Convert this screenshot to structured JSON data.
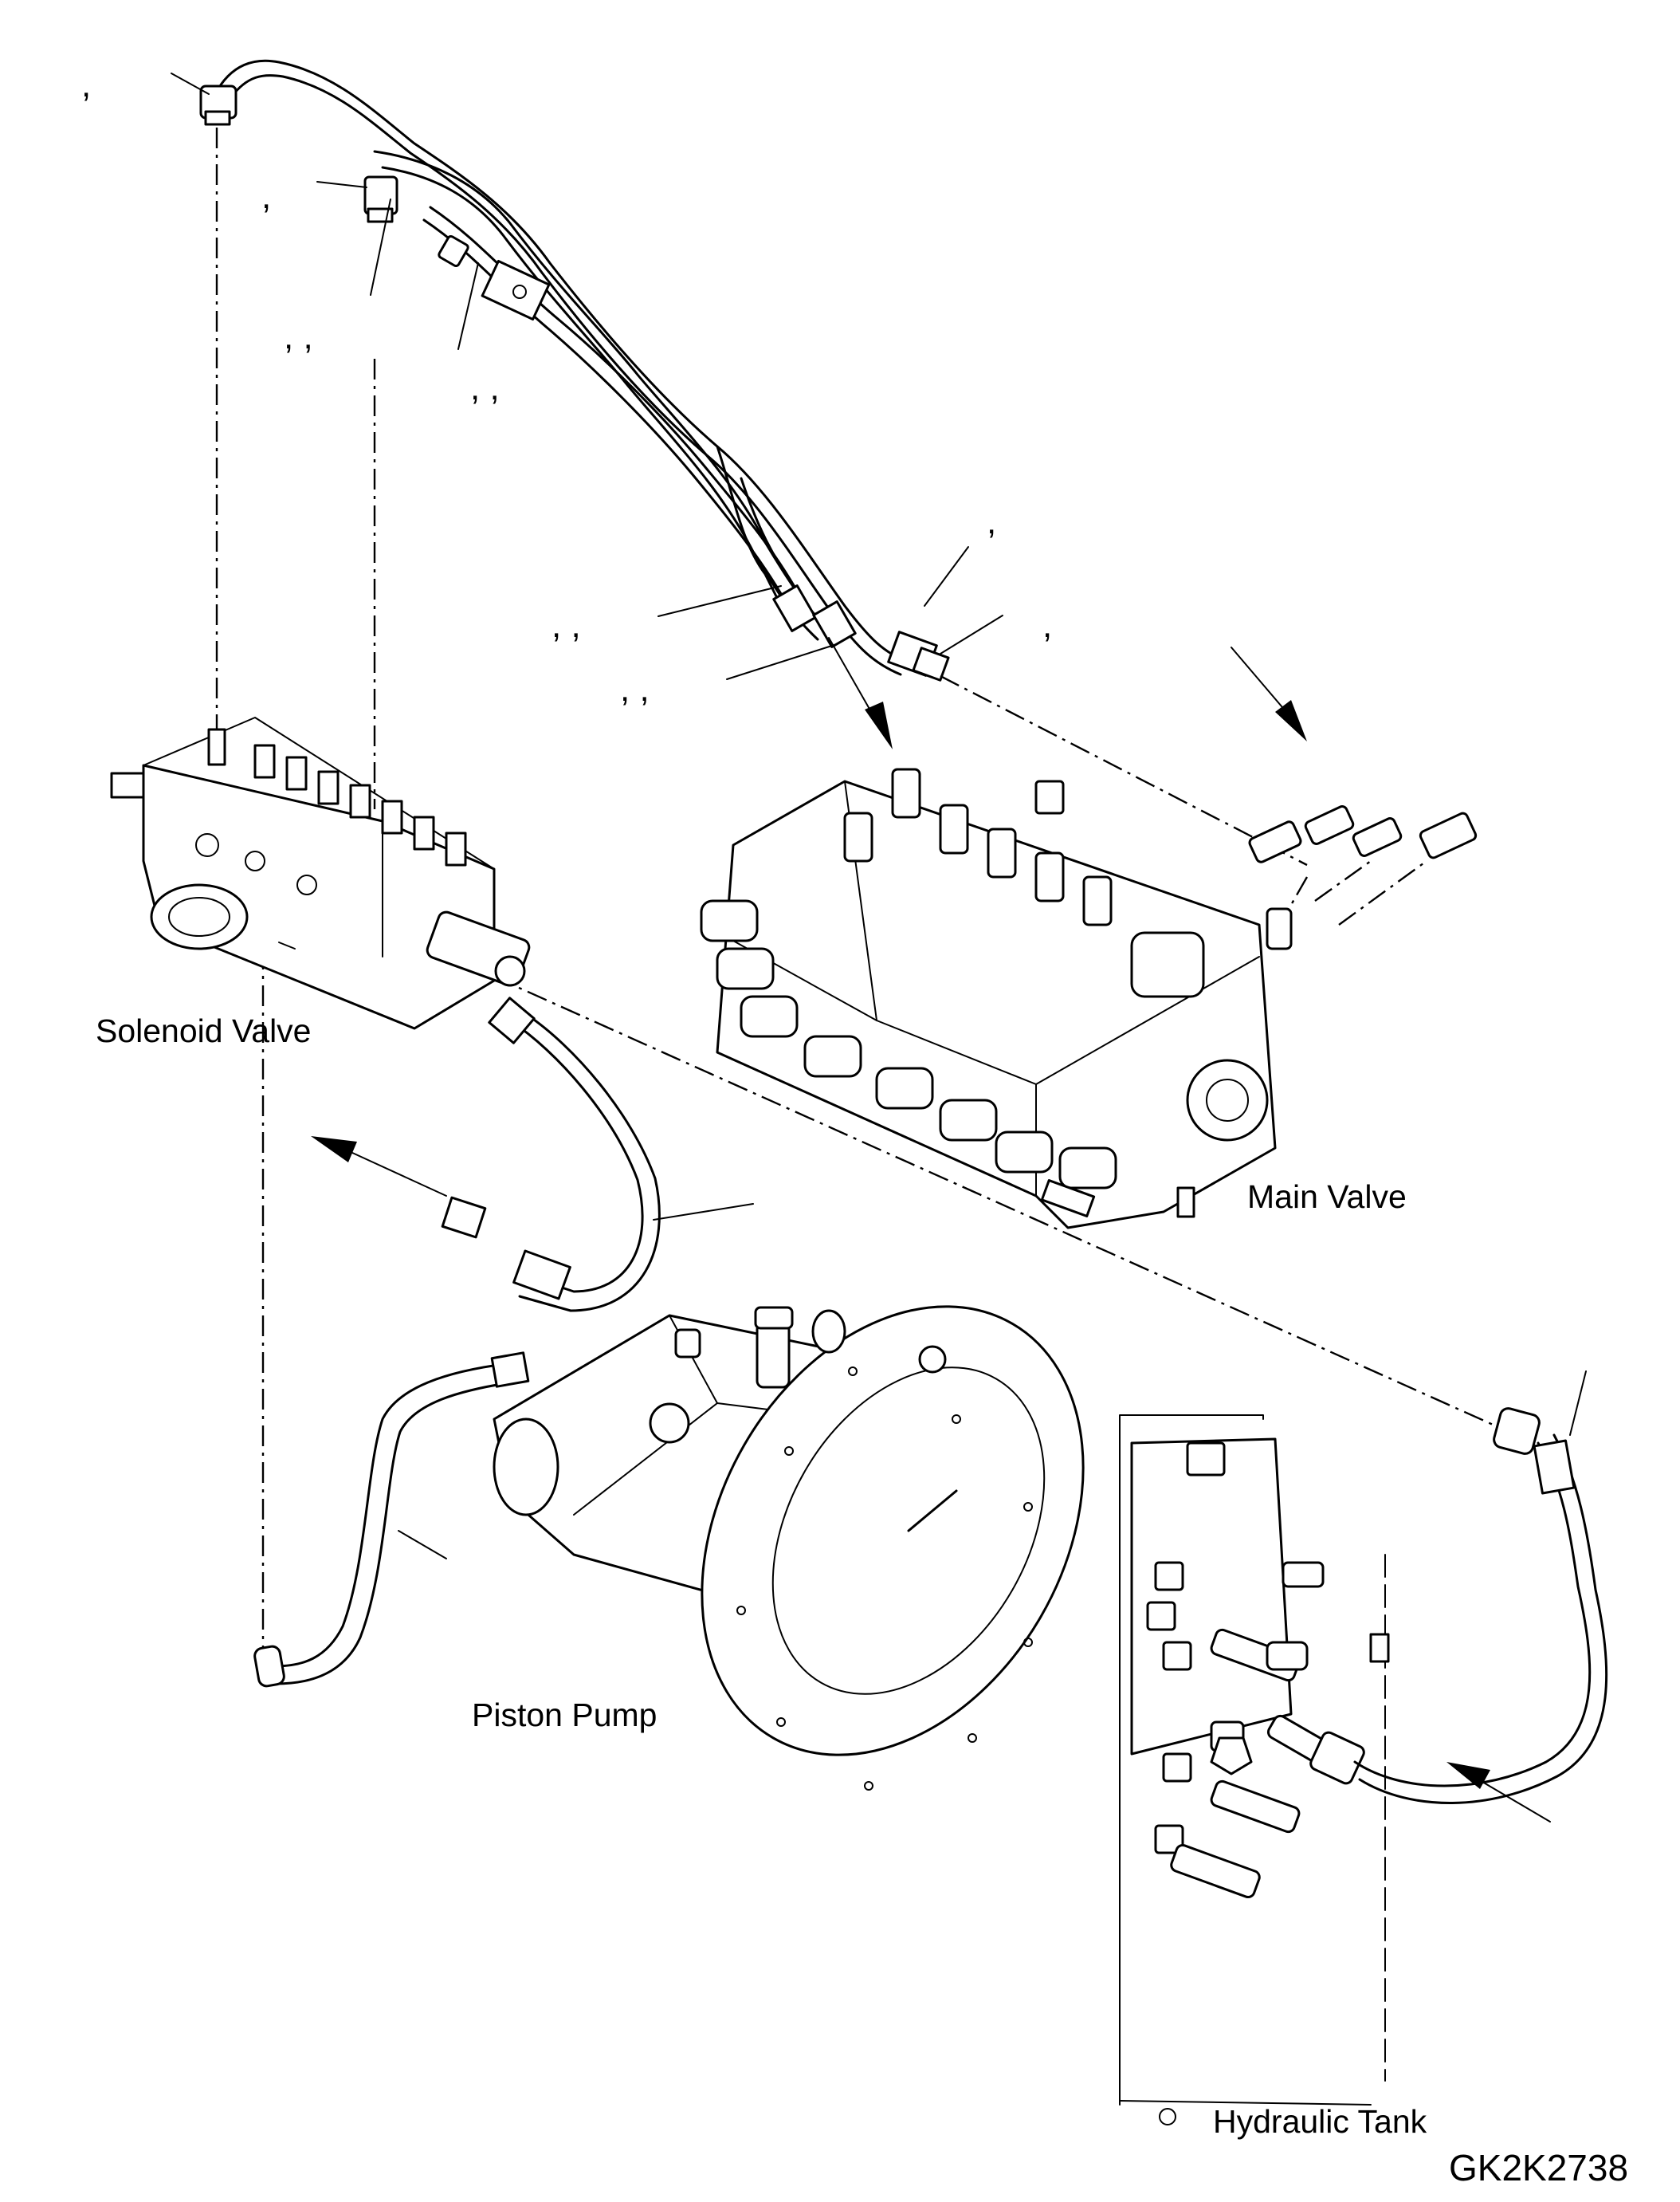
{
  "labels": {
    "solenoid_valve": "Solenoid Valve",
    "main_valve": "Main Valve",
    "piston_pump": "Piston Pump",
    "hydraulic_tank": "Hydraulic Tank",
    "drawing_code": "GK2K2738"
  },
  "callout_marks": {
    "c1": ",",
    "c2": ",",
    "c3": ",   ,",
    "c4": ",   ,",
    "c5": ",",
    "c6": ",   ,",
    "c7": ",",
    "c8": ",   ,"
  }
}
